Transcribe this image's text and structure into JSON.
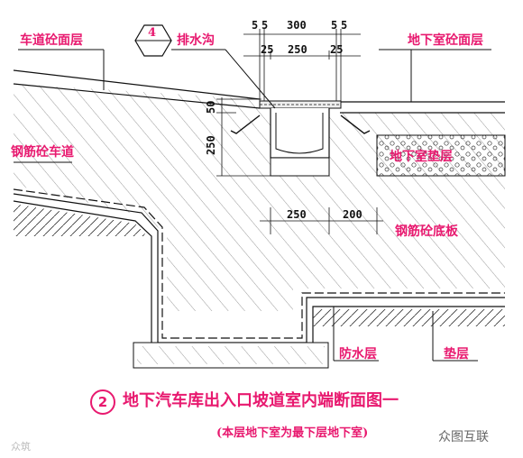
{
  "labels": {
    "road_topping": "车道砼面层",
    "drain_ref": "4",
    "drain": "排水沟",
    "basement_topping": "地下室砼面层",
    "rc_ramp": "钢筋砼车道",
    "basement_cushion": "地下室垫层",
    "rc_slab": "钢筋砼底板",
    "waterproof": "防水层",
    "cushion": "垫层"
  },
  "dimensions": {
    "top": [
      "5",
      "5",
      "300",
      "5",
      "5"
    ],
    "second": [
      "25",
      "250",
      "25"
    ],
    "left_50": "50",
    "left_250": "250",
    "mid_250": "250",
    "mid_200": "200"
  },
  "caption": {
    "number": "2",
    "title": "地下汽车库出入口坡道室内端断面图一",
    "note": "(本层地下室为最下层地下室)"
  },
  "watermarks": {
    "left": "众筑",
    "right": "众图互联"
  },
  "colors": {
    "label": "#e8196f",
    "line": "#111111",
    "hatch": "#444444"
  }
}
